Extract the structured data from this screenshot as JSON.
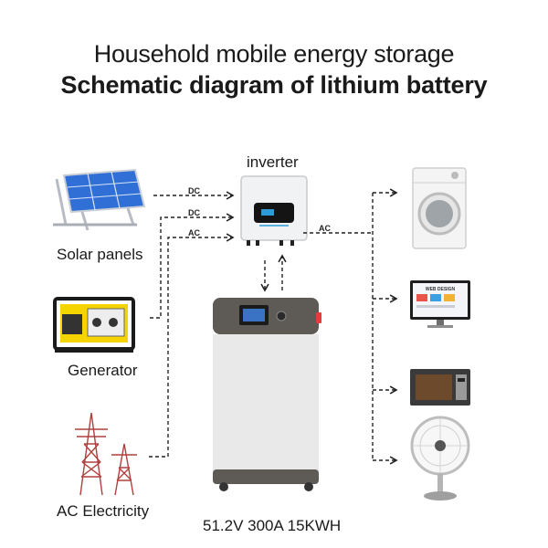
{
  "header": {
    "title": "Household mobile energy storage",
    "subtitle": "Schematic diagram of lithium battery"
  },
  "labels": {
    "inverter": "inverter",
    "solar_panels": "Solar panels",
    "generator": "Generator",
    "ac_electricity": "AC Electricity",
    "battery_spec": "51.2V 300A 15KWH"
  },
  "connections": {
    "dc_1": "DC",
    "dc_2": "DC",
    "ac_in": "AC",
    "ac_out": "AC"
  },
  "screen": {
    "web_design": "WEB DESIGN"
  },
  "colors": {
    "line": "#222222",
    "solar_blue": "#2f6fd6",
    "generator_yellow": "#f5d400",
    "battery_top": "#5e5a55",
    "battery_body": "#e9e9e9",
    "indicator_red": "#e43b3b"
  }
}
